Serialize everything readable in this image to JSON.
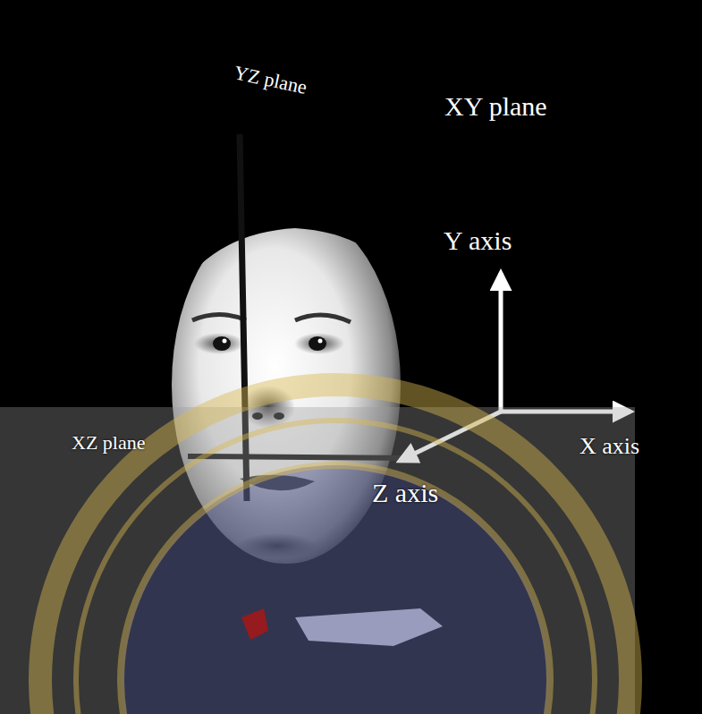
{
  "diagram": {
    "labels": [
      "YZ plane",
      "XY plane",
      "Y axis",
      "XZ plane",
      "X axis",
      "Z axis"
    ]
  }
}
